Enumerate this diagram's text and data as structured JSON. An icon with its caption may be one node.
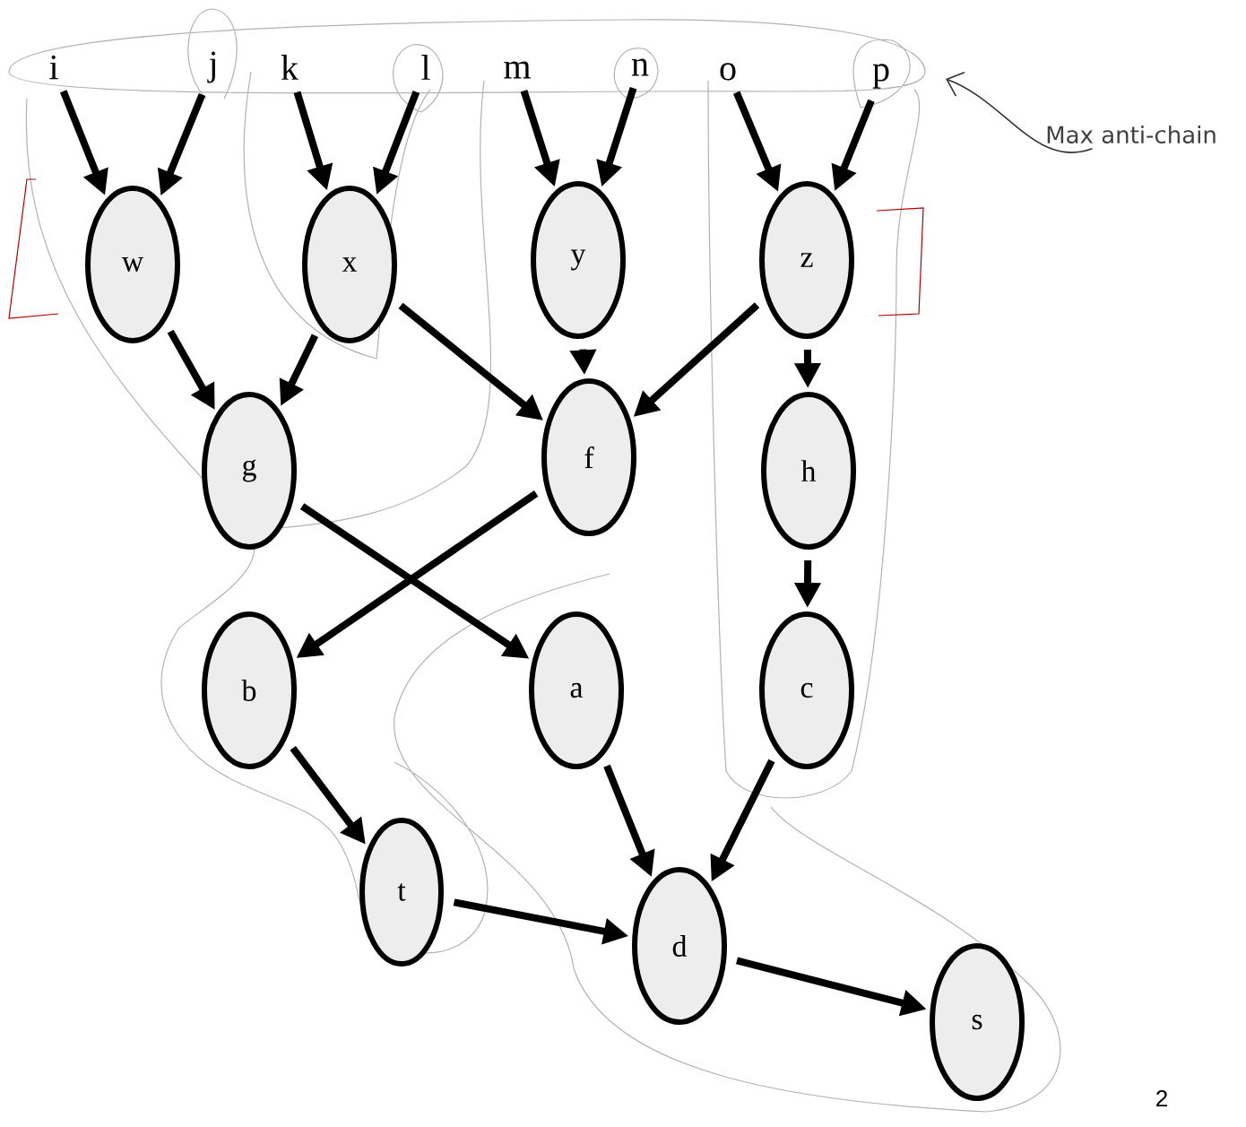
{
  "diagram": {
    "nodes": [
      {
        "text": [
          "i"
        ]
      },
      {
        "text": [
          "j"
        ]
      },
      {
        "text": [
          "k"
        ]
      },
      {
        "text": [
          "l"
        ]
      },
      {
        "text": [
          "m"
        ]
      },
      {
        "text": [
          "n"
        ]
      },
      {
        "text": [
          "o"
        ]
      },
      {
        "text": [
          "p"
        ]
      },
      {
        "text": [
          "w"
        ]
      },
      {
        "text": [
          "x"
        ]
      },
      {
        "text": [
          "y"
        ]
      },
      {
        "text": [
          "z"
        ]
      },
      {
        "text": [
          "g"
        ]
      },
      {
        "text": [
          "f"
        ]
      },
      {
        "text": [
          "h"
        ]
      },
      {
        "text": [
          "b"
        ]
      },
      {
        "text": [
          "a"
        ]
      },
      {
        "text": [
          "c"
        ]
      },
      {
        "text": [
          "t"
        ]
      },
      {
        "text": [
          "d"
        ]
      },
      {
        "text": [
          "s"
        ]
      },
      {
        "text": [
          "Max anti-chain"
        ]
      }
    ],
    "edges": [
      {
        "from": 0,
        "to": 8,
        "arrow": "to"
      },
      {
        "from": 1,
        "to": 8,
        "arrow": "to"
      },
      {
        "from": 2,
        "to": 9,
        "arrow": "to"
      },
      {
        "from": 3,
        "to": 9,
        "arrow": "to"
      },
      {
        "from": 4,
        "to": 10,
        "arrow": "to"
      },
      {
        "from": 5,
        "to": 10,
        "arrow": "to"
      },
      {
        "from": 6,
        "to": 11,
        "arrow": "to"
      },
      {
        "from": 7,
        "to": 11,
        "arrow": "to"
      },
      {
        "from": 8,
        "to": 12,
        "arrow": "to"
      },
      {
        "from": 9,
        "to": 12,
        "arrow": "to"
      },
      {
        "from": 9,
        "to": 13,
        "arrow": "to"
      },
      {
        "from": 10,
        "to": 13,
        "arrow": "to"
      },
      {
        "from": 11,
        "to": 13,
        "arrow": "to"
      },
      {
        "from": 11,
        "to": 14,
        "arrow": "to"
      },
      {
        "from": 12,
        "to": 16,
        "arrow": "to"
      },
      {
        "from": 13,
        "to": 15,
        "arrow": "to"
      },
      {
        "from": 14,
        "to": 17,
        "arrow": "to"
      },
      {
        "from": 15,
        "to": 18,
        "arrow": "to"
      },
      {
        "from": 16,
        "to": 19,
        "arrow": "to"
      },
      {
        "from": 17,
        "to": 19,
        "arrow": "to"
      },
      {
        "from": 18,
        "to": 19,
        "arrow": "to"
      },
      {
        "from": 19,
        "to": 20,
        "arrow": "to"
      },
      {
        "from": 21,
        "to": null,
        "arrow": "to",
        "color": "#333333"
      }
    ],
    "labels": [
      "2"
    ]
  }
}
